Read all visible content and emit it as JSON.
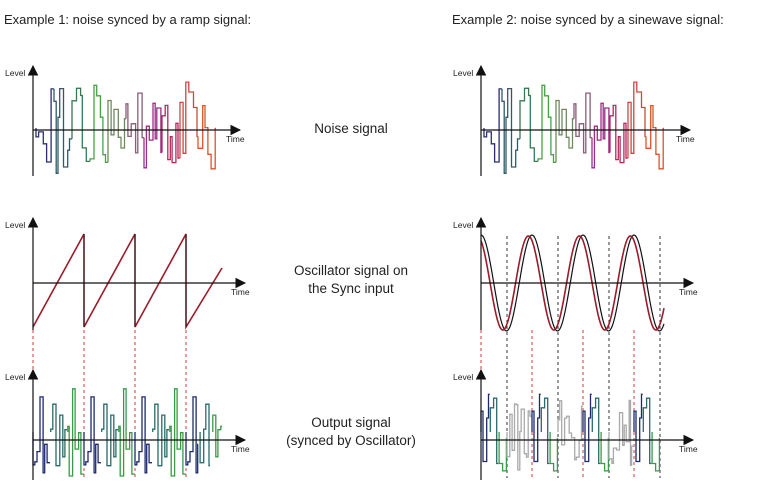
{
  "examples": [
    {
      "title": "Example 1: noise synced by a ramp signal:"
    },
    {
      "title": "Example 2: noise synced by a sinewave signal:"
    }
  ],
  "labels": {
    "noise": "Noise signal",
    "osc_line1": "Oscillator signal on",
    "osc_line2": "the Sync input",
    "out_line1": "Output signal",
    "out_line2": "(synced by Oscillator)"
  },
  "axes": {
    "y": "Level",
    "x": "Time"
  },
  "colors": {
    "axis": "#111111",
    "ramp": "#9b1c2a",
    "sine_sync": "#9b1c2a",
    "sine_plain": "#111111",
    "guide_red": "#d23a3a",
    "guide_black": "#333333",
    "noise_palette": [
      "#2a2f6e",
      "#2f5a68",
      "#357a55",
      "#4aa048",
      "#6f8a5a",
      "#8b5c78",
      "#9a2f86",
      "#b02a5a",
      "#c84a40",
      "#d8552a"
    ],
    "output_palette": [
      "#1d2a6e",
      "#2a6a6a",
      "#3a9a48"
    ],
    "output_gray": "#aaaaaa"
  }
}
